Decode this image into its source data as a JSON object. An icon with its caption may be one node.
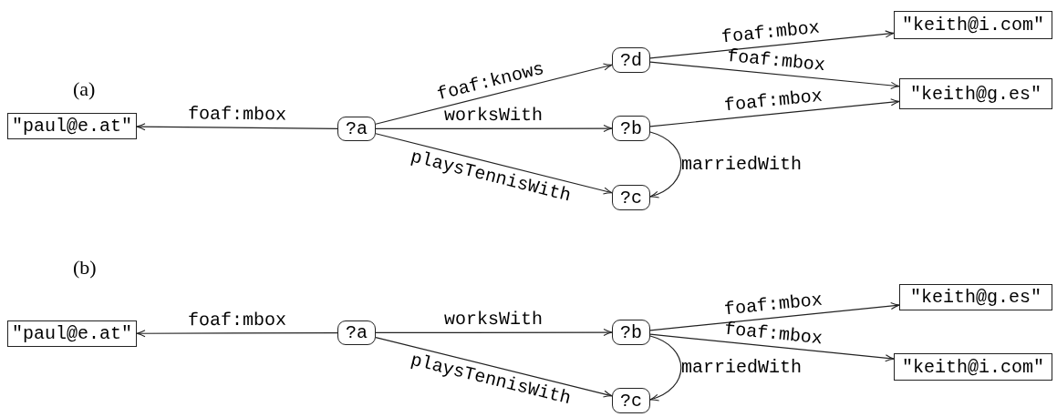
{
  "diagram": {
    "nodes": [
      {
        "text": [
          "\"paul@e.at\""
        ]
      },
      {
        "text": [
          "?a"
        ]
      },
      {
        "text": [
          "?d"
        ]
      },
      {
        "text": [
          "?b"
        ]
      },
      {
        "text": [
          "?c"
        ]
      },
      {
        "text": [
          "\"keith@i.com\""
        ]
      },
      {
        "text": [
          "\"keith@g.es\""
        ]
      },
      {
        "text": [
          "\"paul@e.at\""
        ]
      },
      {
        "text": [
          "?a"
        ]
      },
      {
        "text": [
          "?b"
        ]
      },
      {
        "text": [
          "?c"
        ]
      },
      {
        "text": [
          "\"keith@g.es\""
        ]
      },
      {
        "text": [
          "\"keith@i.com\""
        ]
      }
    ],
    "edges": [
      {
        "from": 1,
        "to": 0,
        "arrow": "to",
        "label": "foaf:mbox"
      },
      {
        "from": 1,
        "to": 2,
        "arrow": "to",
        "label": "foaf:knows"
      },
      {
        "from": 1,
        "to": 3,
        "arrow": "to",
        "label": "worksWith"
      },
      {
        "from": 1,
        "to": 4,
        "arrow": "to",
        "label": "playsTennisWith"
      },
      {
        "from": 2,
        "to": 5,
        "arrow": "to",
        "label": "foaf:mbox"
      },
      {
        "from": 2,
        "to": 6,
        "arrow": "to",
        "label": "foaf:mbox"
      },
      {
        "from": 3,
        "to": 6,
        "arrow": "to",
        "label": "foaf:mbox"
      },
      {
        "from": 3,
        "to": 4,
        "arrow": "to",
        "label": "marriedWith"
      },
      {
        "from": 8,
        "to": 7,
        "arrow": "to",
        "label": "foaf:mbox"
      },
      {
        "from": 8,
        "to": 9,
        "arrow": "to",
        "label": "worksWith"
      },
      {
        "from": 8,
        "to": 10,
        "arrow": "to",
        "label": "playsTennisWith"
      },
      {
        "from": 9,
        "to": 11,
        "arrow": "to",
        "label": "foaf:mbox"
      },
      {
        "from": 9,
        "to": 12,
        "arrow": "to",
        "label": "foaf:mbox"
      },
      {
        "from": 9,
        "to": 10,
        "arrow": "to",
        "label": "marriedWith"
      }
    ],
    "labels": [
      "(a)",
      "(b)"
    ]
  }
}
